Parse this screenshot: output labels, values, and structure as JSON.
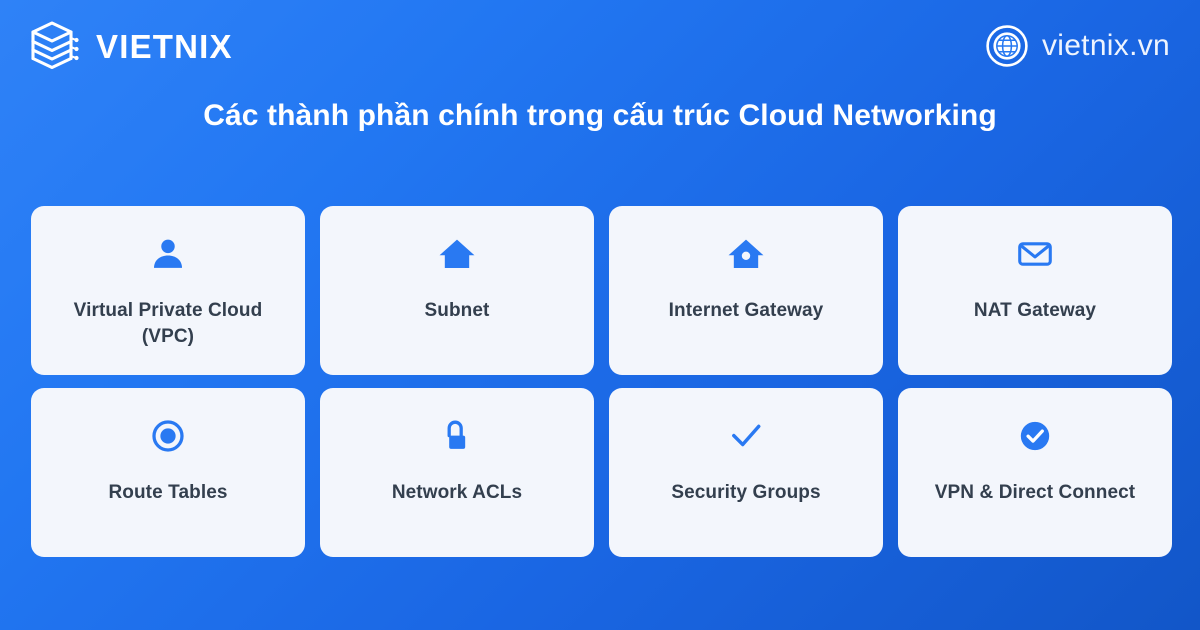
{
  "header": {
    "brand_name": "VIETNIX",
    "brand_logo_icon": "stacked-layers-icon",
    "site_url": "vietnix.vn",
    "site_icon": "globe-icon"
  },
  "title": "Các thành phần chính trong cấu trúc Cloud Networking",
  "colors": {
    "background_start": "#2f82f7",
    "background_end": "#1256c8",
    "card_background": "#f3f6fc",
    "card_text": "#333f4e",
    "icon_accent": "#2979f2",
    "brand_text": "#ffffff"
  },
  "cards": [
    {
      "label": "Virtual Private Cloud (VPC)",
      "icon": "person-icon"
    },
    {
      "label": "Subnet",
      "icon": "house-icon"
    },
    {
      "label": "Internet Gateway",
      "icon": "house-window-icon"
    },
    {
      "label": "NAT Gateway",
      "icon": "envelope-icon"
    },
    {
      "label": "Route Tables",
      "icon": "radio-dot-icon"
    },
    {
      "label": "Network ACLs",
      "icon": "unlocked-padlock-icon"
    },
    {
      "label": "Security Groups",
      "icon": "check-icon"
    },
    {
      "label": "VPN & Direct Connect",
      "icon": "check-circle-icon"
    }
  ]
}
